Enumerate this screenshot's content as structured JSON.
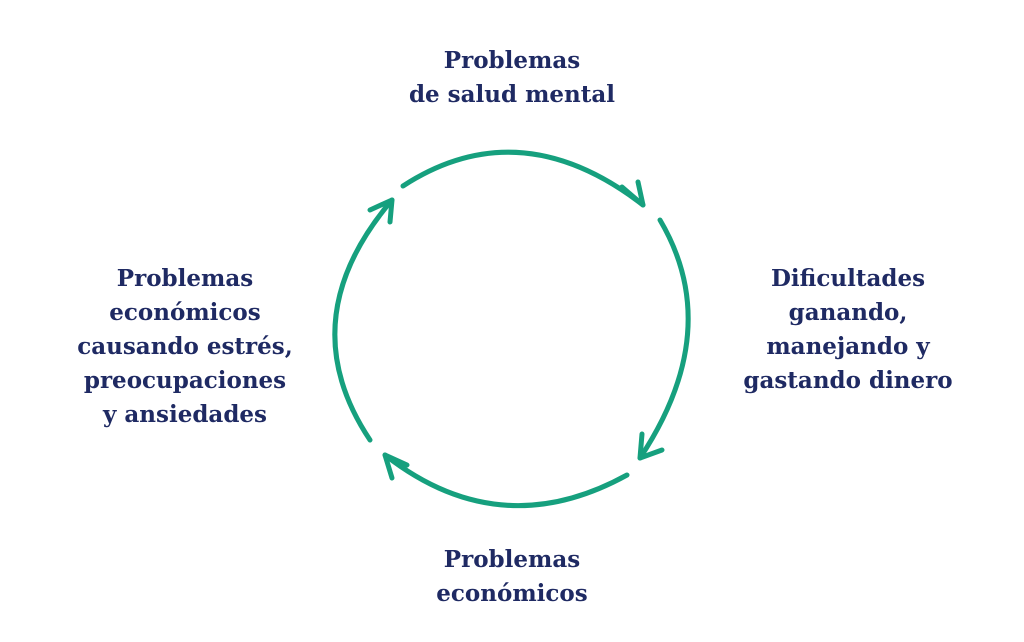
{
  "diagram": {
    "type": "cycle",
    "accent_color": "#16a07e",
    "text_color": "#1f2a63",
    "nodes": {
      "top": {
        "lines": [
          "Problemas",
          "de salud mental"
        ]
      },
      "right": {
        "lines": [
          "Dificultades",
          "ganando,",
          "manejando y",
          "gastando dinero"
        ]
      },
      "bottom": {
        "lines": [
          "Problemas",
          "económicos"
        ]
      },
      "left": {
        "lines": [
          "Problemas",
          "económicos",
          "causando estrés,",
          "preocupaciones",
          "y ansiedades"
        ]
      }
    },
    "direction": "clockwise"
  }
}
